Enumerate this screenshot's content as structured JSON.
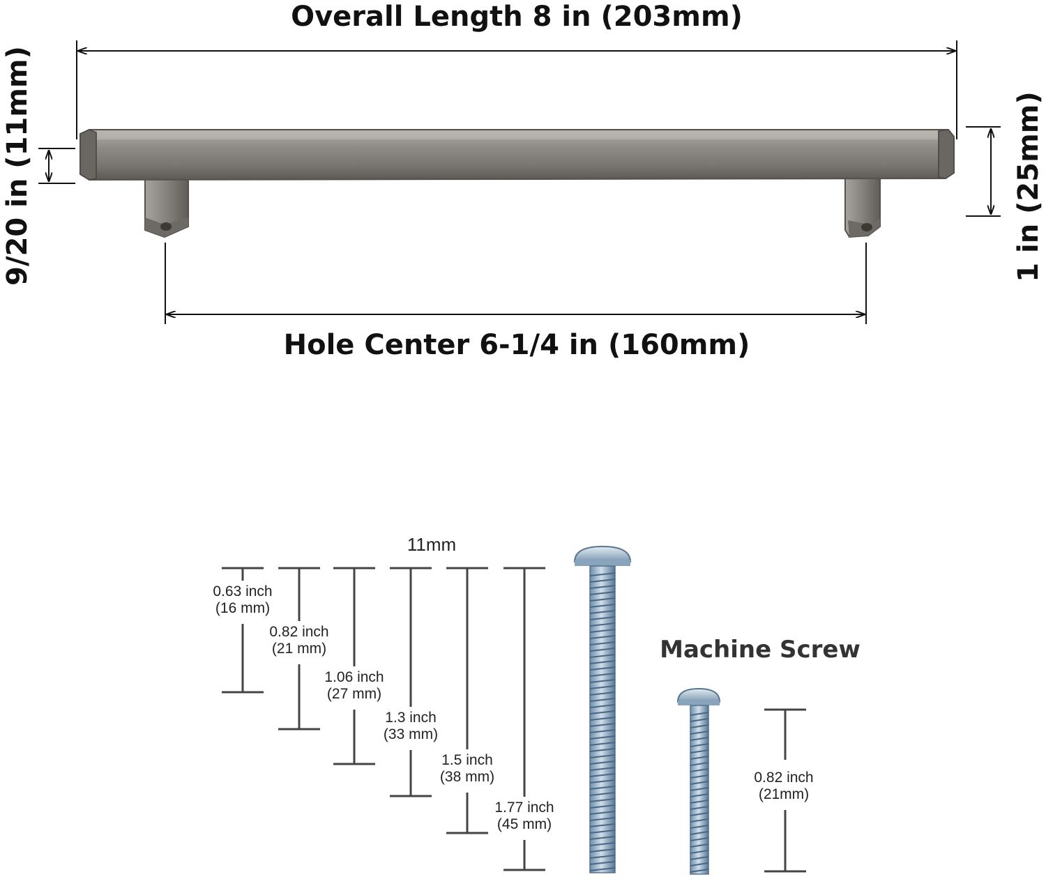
{
  "handle": {
    "overall_length": "Overall Length 8 in (203mm)",
    "hole_center": "Hole Center 6-1/4 in (160mm)",
    "bar_width": "9/20 in (11mm)",
    "projection": "1 in (25mm)"
  },
  "screws": {
    "diameter": "11mm",
    "title": "Machine Screw",
    "lengths": [
      {
        "inch": "0.63 inch",
        "mm": "(16 mm)"
      },
      {
        "inch": "0.82 inch",
        "mm": "(21 mm)"
      },
      {
        "inch": "1.06 inch",
        "mm": "(27 mm)"
      },
      {
        "inch": "1.3 inch",
        "mm": "(33 mm)"
      },
      {
        "inch": "1.5 inch",
        "mm": "(38 mm)"
      },
      {
        "inch": "1.77 inch",
        "mm": "(45 mm)"
      }
    ],
    "machine_screw": {
      "inch": "0.82 inch",
      "mm": "(21mm)"
    }
  },
  "colors": {
    "metal": "#8a8782",
    "metal_dark": "#5f5c58",
    "screw": "#9fb6cc",
    "screw_dark": "#5d7c9a",
    "line": "#111111",
    "dim_line": "#444444"
  }
}
